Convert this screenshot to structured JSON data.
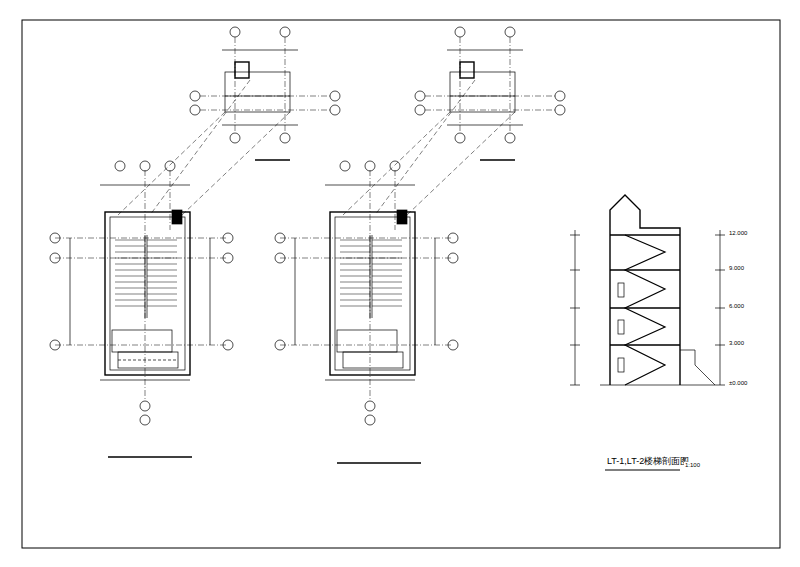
{
  "diagram": {
    "caption": "LT-1,LT-2楼梯剖面图",
    "labels": [
      "1:100",
      "±0.000",
      "3.000",
      "6.000",
      "9.000",
      "12.000"
    ]
  }
}
